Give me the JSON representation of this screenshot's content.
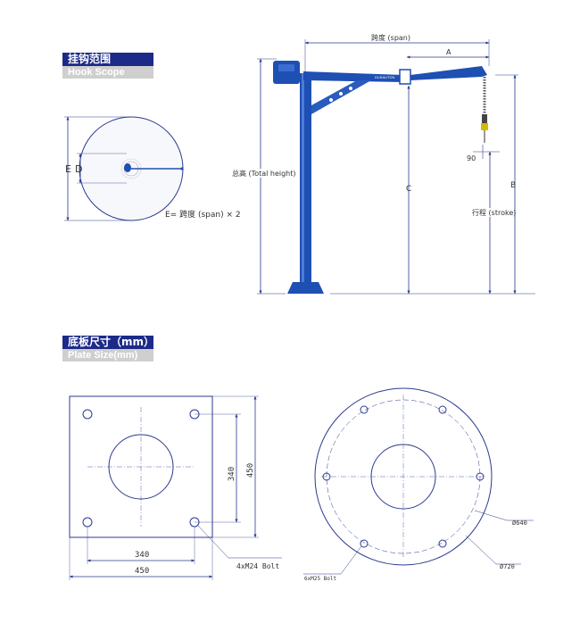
{
  "hook_section": {
    "title_cn": "挂钩范围",
    "title_en": "Hook Scope"
  },
  "plate_section": {
    "title_cn": "底板尺寸（mm）",
    "title_en": "Plate Size(mm)"
  },
  "hook_diagram": {
    "label_e": "E",
    "label_d": "D",
    "formula": "E= 跨度 (span) × 2"
  },
  "crane_diagram": {
    "span_label": "跨度 (span)",
    "label_a": "A",
    "label_b": "B",
    "label_c": "C",
    "total_height_label": "总高 (Total height)",
    "stroke_label": "行程 (stroke)",
    "dim_90": "90",
    "brand": "DUSAUTON"
  },
  "square_plate": {
    "dim_340_h": "340",
    "dim_450_h": "450",
    "dim_340_v": "340",
    "dim_450_v": "450",
    "bolt_label": "4xM24 Bolt"
  },
  "round_plate": {
    "dia_640": "Ø640",
    "dia_720": "Ø720",
    "bolt_label": "6xM25 Bolt"
  },
  "colors": {
    "line": "#2b3a8f",
    "crane_blue": "#1e4fb3",
    "header_blue": "#1c2a88",
    "header_gray": "#cfcfcf"
  }
}
